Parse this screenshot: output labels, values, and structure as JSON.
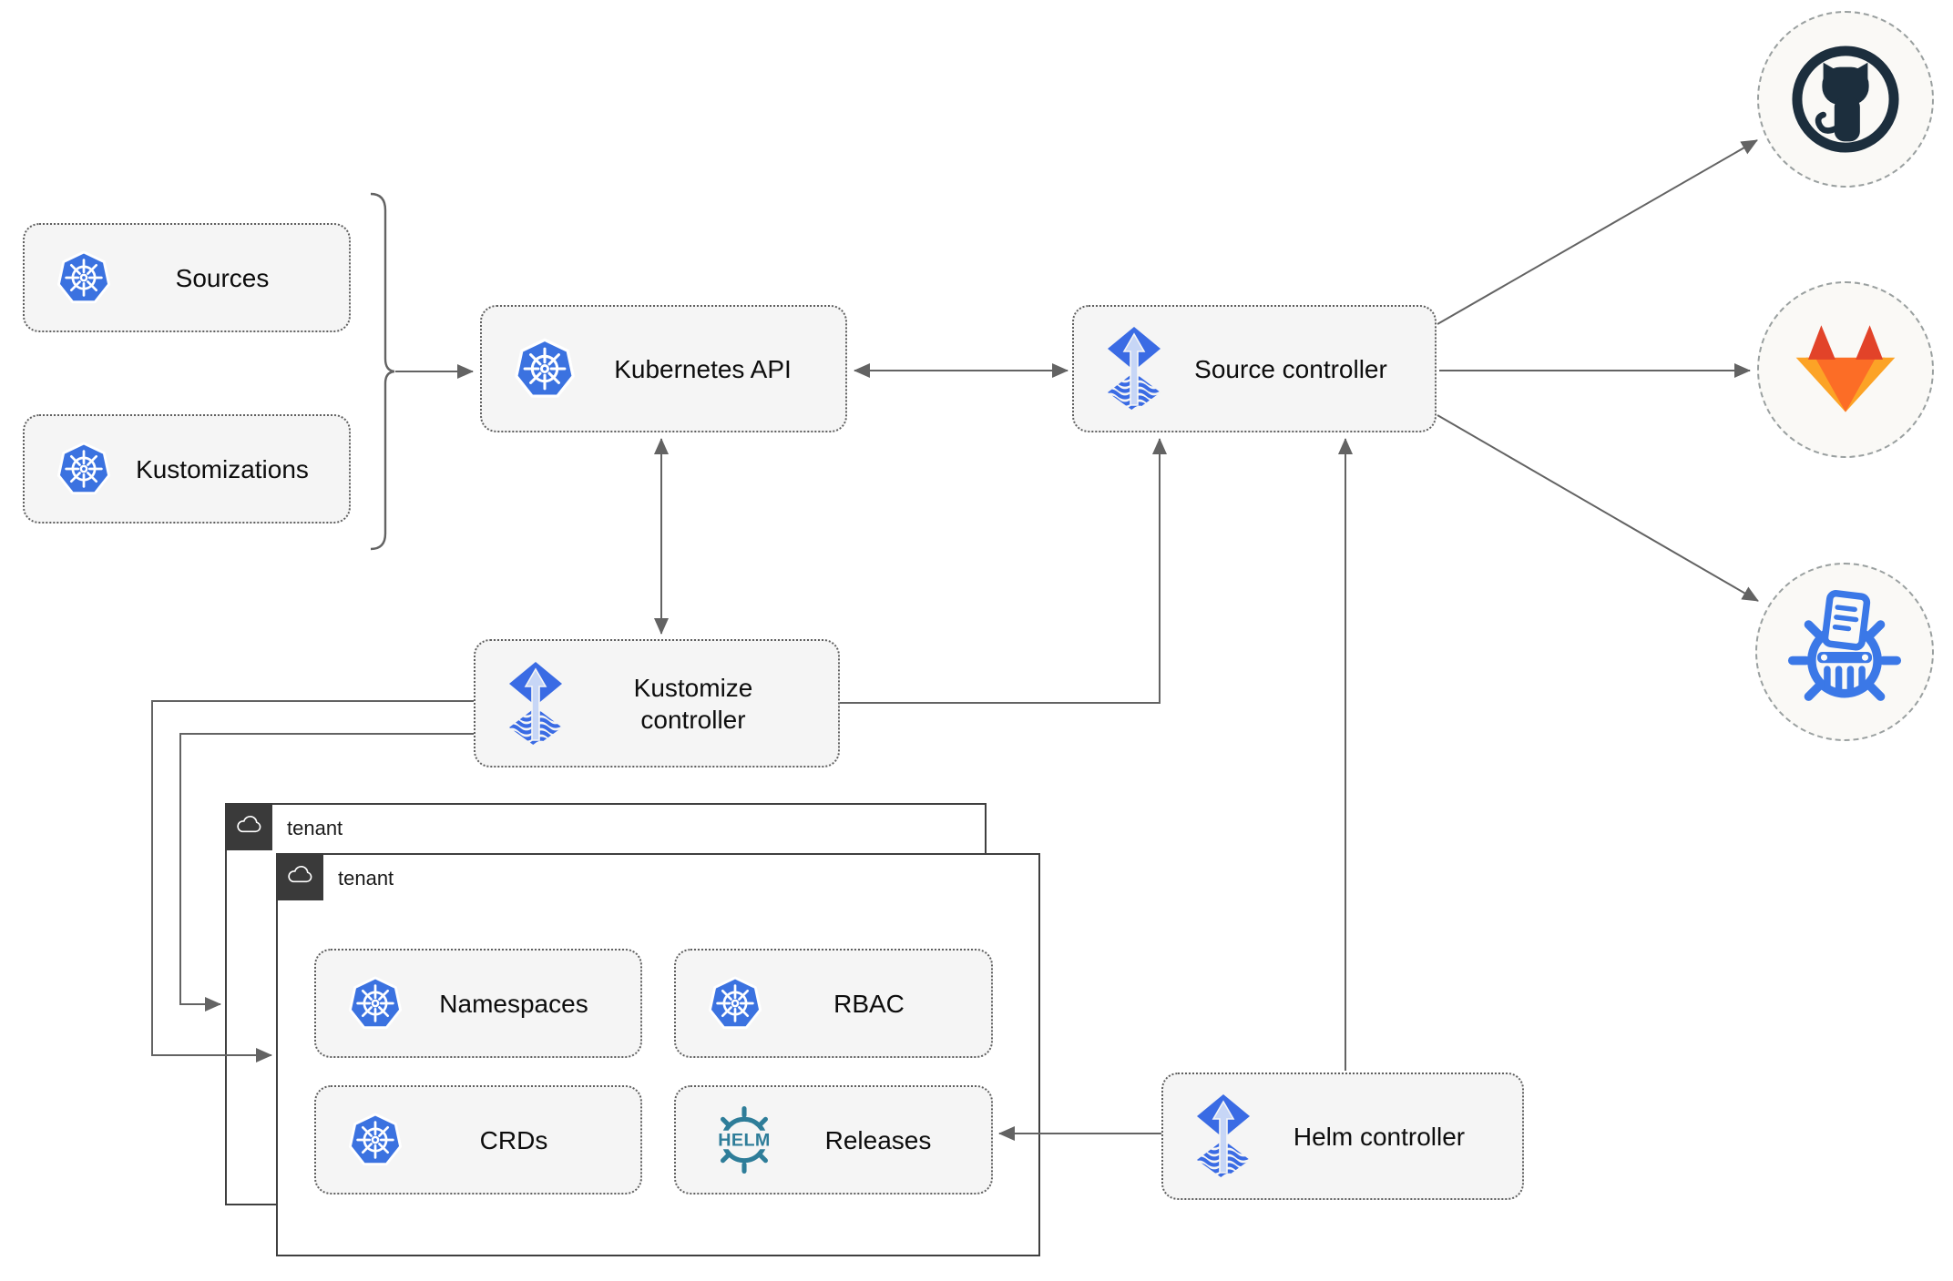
{
  "diagram": {
    "nodes": {
      "sources": {
        "label": "Sources",
        "icon": "kubernetes"
      },
      "kustomizations": {
        "label": "Kustomizations",
        "icon": "kubernetes"
      },
      "kubernetes_api": {
        "label": "Kubernetes API",
        "icon": "kubernetes"
      },
      "source_controller": {
        "label": "Source controller",
        "icon": "flux"
      },
      "kustomize_controller": {
        "label": "Kustomize controller",
        "icon": "flux"
      },
      "helm_controller": {
        "label": "Helm controller",
        "icon": "flux"
      },
      "namespaces": {
        "label": "Namespaces",
        "icon": "kubernetes"
      },
      "rbac": {
        "label": "RBAC",
        "icon": "kubernetes"
      },
      "crds": {
        "label": "CRDs",
        "icon": "kubernetes"
      },
      "releases": {
        "label": "Releases",
        "icon": "helm"
      }
    },
    "tenants": {
      "back": {
        "label": "tenant",
        "icon": "cloud"
      },
      "front": {
        "label": "tenant",
        "icon": "cloud"
      }
    },
    "endpoints": {
      "github": {
        "icon": "github-octocat"
      },
      "gitlab": {
        "icon": "gitlab-tanuki"
      },
      "chartmuseum": {
        "icon": "chartmuseum-helm-repository"
      }
    },
    "helm_logo_text": "HELM",
    "colors": {
      "kubernetes_blue": "#3b72e0",
      "flux_blue": "#3a6be4",
      "flux_arrow_light": "#c7d6f6",
      "helm_teal": "#2e7d99",
      "github_dark": "#1c2e3d",
      "gitlab_dark_orange": "#e24329",
      "gitlab_orange": "#fc6d26",
      "gitlab_light_orange": "#fca326",
      "chartmuseum_blue": "#3b78e7",
      "connector_gray": "#636363",
      "node_fill": "#f5f5f5",
      "node_border": "#5f5f5f",
      "tenant_border": "#3f3f3f",
      "tenant_tab": "#3a3a3a",
      "endpoint_fill": "#faf9f6"
    }
  }
}
